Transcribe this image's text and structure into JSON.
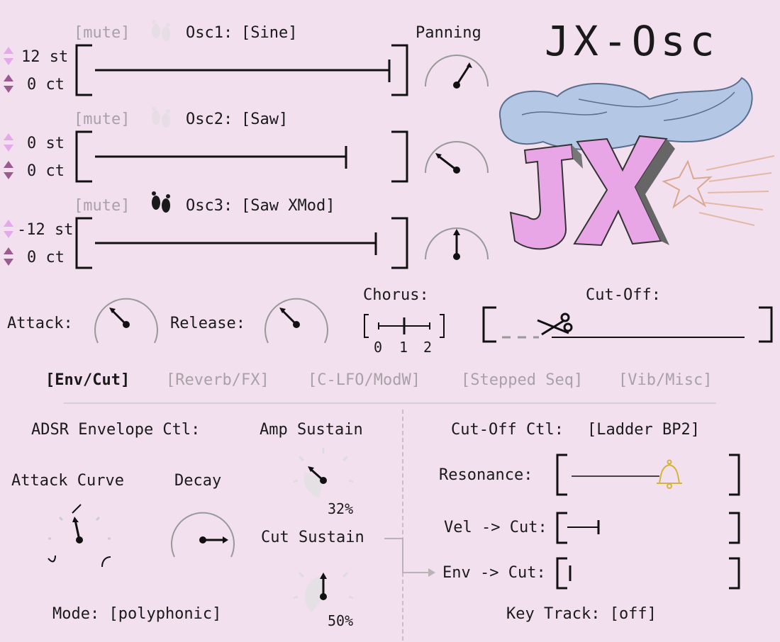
{
  "app": {
    "title": "JX-Osc",
    "logo_text": "JX"
  },
  "oscillators": [
    {
      "mute_label": "[mute]",
      "name": "Osc1:",
      "wave": "[Sine]",
      "semitone": "12 st",
      "cent": "0 ct",
      "level": 0.96,
      "pan": 0.8,
      "xmod_icon": "footprints-icon",
      "xmod_active": false
    },
    {
      "mute_label": "[mute]",
      "name": "Osc2:",
      "wave": "[Saw]",
      "semitone": "0 st",
      "cent": "0 ct",
      "level": 0.8,
      "pan": 0.2,
      "xmod_icon": "footprints-icon",
      "xmod_active": false
    },
    {
      "mute_label": "[mute]",
      "name": "Osc3:",
      "wave": "[Saw XMod]",
      "semitone": "-12 st",
      "cent": "0 ct",
      "level": 0.89,
      "pan": 0.5,
      "xmod_icon": "footprints-icon",
      "xmod_active": true
    }
  ],
  "panning": {
    "label": "Panning"
  },
  "envelope_quick": {
    "attack_label": "Attack:",
    "release_label": "Release:",
    "attack_value": 0.2,
    "release_value": 0.2
  },
  "chorus": {
    "label": "Chorus:",
    "ticks": [
      "0",
      "1",
      "2"
    ],
    "value": 1
  },
  "cutoff": {
    "label": "Cut-Off:",
    "value": 0.1,
    "icon": "scissors-icon"
  },
  "tabs": [
    {
      "label": "[Env/Cut]",
      "active": true
    },
    {
      "label": "[Reverb/FX]",
      "active": false
    },
    {
      "label": "[C-LFO/ModW]",
      "active": false
    },
    {
      "label": "[Stepped Seq]",
      "active": false
    },
    {
      "label": "[Vib/Misc]",
      "active": false
    }
  ],
  "env_panel": {
    "title": "ADSR Envelope Ctl:",
    "attack_curve_label": "Attack Curve",
    "decay_label": "Decay",
    "amp_sustain_label": "Amp Sustain",
    "amp_sustain_value": "32%",
    "cut_sustain_label": "Cut Sustain",
    "cut_sustain_value": "50%",
    "mode_label": "Mode: [polyphonic]"
  },
  "cut_panel": {
    "title": "Cut-Off Ctl:",
    "filter_type": "[Ladder BP2]",
    "resonance_label": "Resonance:",
    "resonance_value": 0.58,
    "resonance_icon": "bell-icon",
    "vel_cut_label": "Vel -> Cut:",
    "vel_cut_value": 0.18,
    "env_cut_label": "Env -> Cut:",
    "env_cut_value": 0.02,
    "key_track_label": "Key Track: [off]"
  },
  "colors": {
    "background": "#f2e0ef",
    "stepper_up": "#e3a9e9",
    "stepper_down": "#9a5c8f",
    "logo_pink": "#e9a6e6",
    "cloud_blue": "#b4c8e6",
    "bell": "#d4b43c"
  }
}
